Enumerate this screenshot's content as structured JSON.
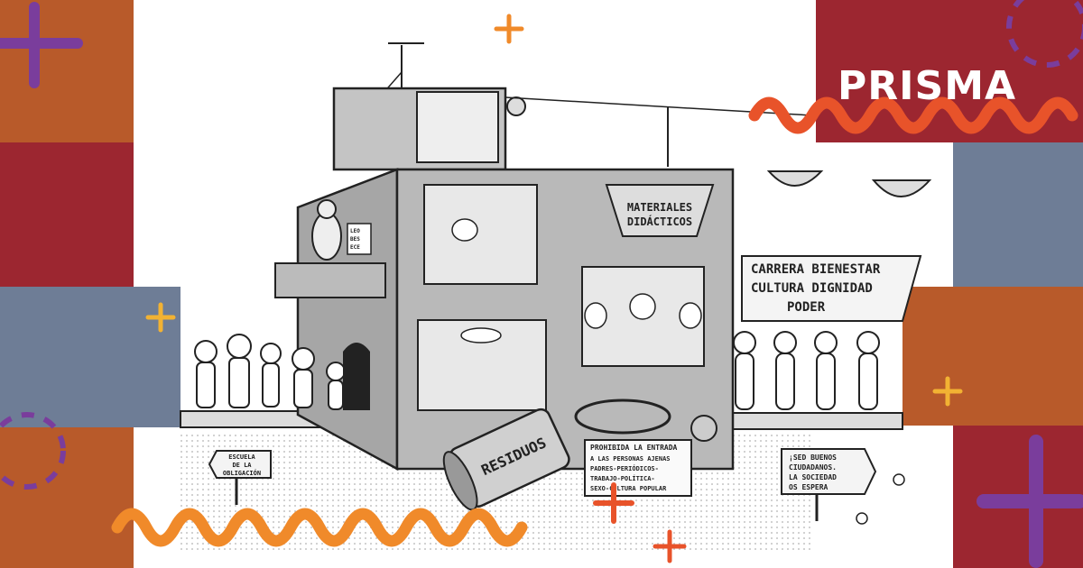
{
  "brand": {
    "name": "PRISMA"
  },
  "colors": {
    "orange_block": "#b85a2a",
    "red_block": "#9c2630",
    "slate_block": "#6e7d96",
    "purple": "#7a3d9c",
    "squiggle_orange": "#f08a2a",
    "squiggle_red": "#e0452a",
    "plus_yellow": "#f2b233",
    "ink": "#222222",
    "machine_gray": "#b9b9b9"
  },
  "cartoon": {
    "sign_materials": [
      "MATERIALES",
      "DIDÁCTICOS"
    ],
    "sign_values": [
      "CARRERA BIENESTAR",
      "CULTURA DIGNIDAD",
      "PODER"
    ],
    "barrel_label": "RESIDUOS",
    "notice_title": "PROHIBIDA LA ENTRADA",
    "notice_lines": [
      "A LAS PERSONAS AJENAS",
      "PADRES-PERIÓDICOS-",
      "TRABAJO-POLÍTICA-",
      "SEXO-CULTURA POPULAR"
    ],
    "signpost_school": [
      "ESCUELA",
      "DE LA",
      "OBLIGACIÓN"
    ],
    "signpost_citizens": [
      "¡SED BUENOS",
      "CIUDADANOS.",
      "LA SOCIEDAD",
      "OS ESPERA"
    ],
    "clipboard_lines": [
      "LEO",
      "BES",
      "ECE"
    ]
  },
  "icons": [
    "plus-icon",
    "plus-icon",
    "plus-icon",
    "plus-icon",
    "plus-icon",
    "plus-icon",
    "plus-icon",
    "dashed-circle-icon",
    "dashed-circle-icon",
    "squiggle-line",
    "squiggle-line"
  ]
}
